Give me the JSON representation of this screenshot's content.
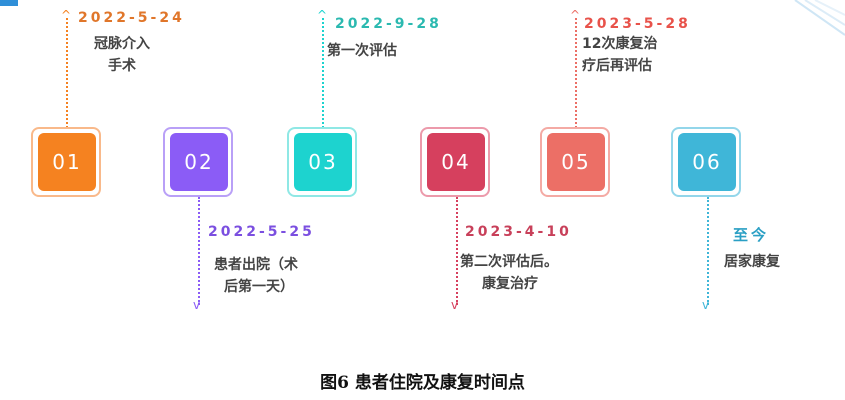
{
  "colors": {
    "s01": "#f58220",
    "s02": "#8b5cf6",
    "s03": "#1dd3cf",
    "s04": "#d6405e",
    "s05": "#ec6f66",
    "s06": "#3fb6d8"
  },
  "steps": [
    {
      "num": "01",
      "date": "2022-5-24",
      "desc": [
        "冠脉介入",
        "手术"
      ]
    },
    {
      "num": "02",
      "date": "2022-5-25",
      "desc": [
        "患者出院（术",
        "后第一天）"
      ]
    },
    {
      "num": "03",
      "date": "2022-9-28",
      "desc": [
        "第一次评估"
      ]
    },
    {
      "num": "04",
      "date": "2023-4-10",
      "desc": [
        "第二次评估后。",
        "康复治疗"
      ]
    },
    {
      "num": "05",
      "date": "2023-5-28",
      "desc": [
        "12次康复治",
        "疗后再评估"
      ]
    },
    {
      "num": "06",
      "date": "至今",
      "desc": [
        "居家康复"
      ]
    }
  ],
  "caption": "图6 患者住院及康复时间点"
}
